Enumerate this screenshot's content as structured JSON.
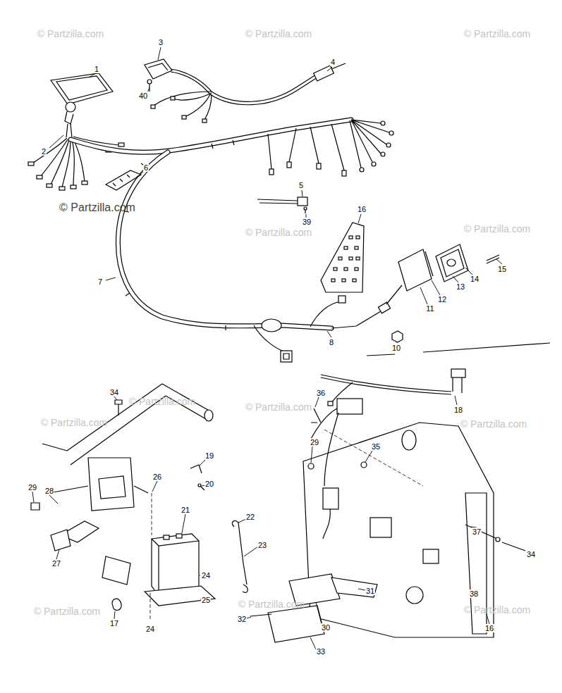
{
  "diagram": {
    "labels": [
      "© Partzilla.com",
      "© Partzilla.com",
      "© Partzilla.com",
      "3",
      "1",
      "4",
      "40",
      "2",
      "6",
      "5",
      "© Partzilla.com",
      "16",
      "© Partzilla.com",
      "© Partzilla.com",
      "39",
      "15",
      "14",
      "7",
      "13",
      "12",
      "11",
      "8",
      "10",
      "34",
      "36",
      "© Partzilla.com",
      "© Partzilla.com",
      "18",
      "© Partzilla.com",
      "© Partzilla.com",
      "29",
      "35",
      "19",
      "26",
      "20",
      "29",
      "28",
      "21",
      "22",
      "37",
      "23",
      "34",
      "27",
      "24",
      "31",
      "38",
      "25",
      "© Partzilla.com",
      "© Partzilla.com",
      "© Partzilla.com",
      "32",
      "17",
      "30",
      "16",
      "24",
      "33"
    ]
  }
}
